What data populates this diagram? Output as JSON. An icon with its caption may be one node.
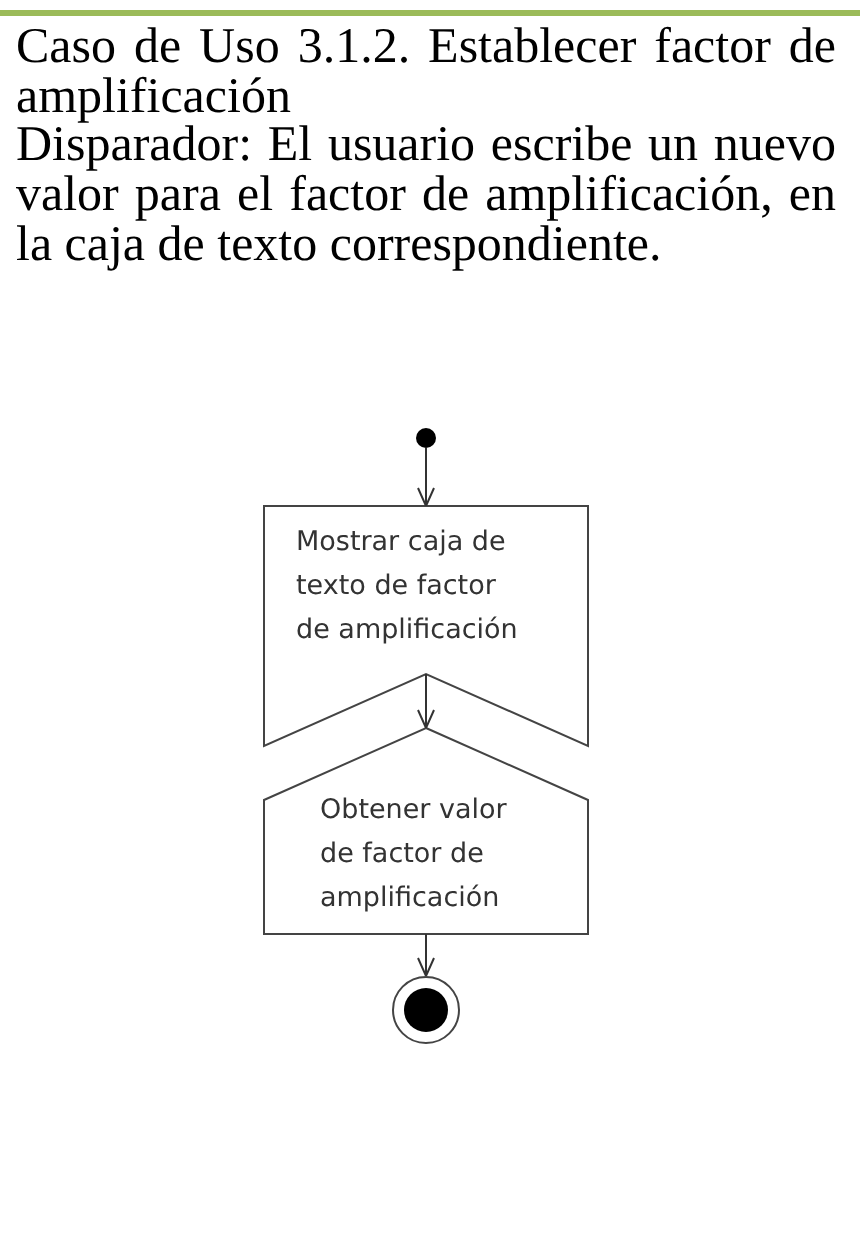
{
  "diagram": {
    "title": "Caso de Uso 3.1.2. Establecer factor de amplificación",
    "labels": [
      "Disparador: El usuario escribe un nuevo valor para el factor de amplificación, en la caja de texto correspondiente."
    ],
    "nodes": [
      {
        "text": [],
        "shape": "circle"
      },
      {
        "text": [
          "Mostrar caja de texto de factor de amplificación"
        ]
      },
      {
        "text": [
          "Obtener valor de factor de amplificación"
        ]
      },
      {
        "text": [],
        "shape": "circle"
      }
    ],
    "edges": [
      {
        "from": 0,
        "to": 1,
        "arrow": "to"
      },
      {
        "from": 1,
        "to": 2,
        "arrow": "to"
      },
      {
        "from": 2,
        "to": 3,
        "arrow": "to"
      }
    ]
  }
}
